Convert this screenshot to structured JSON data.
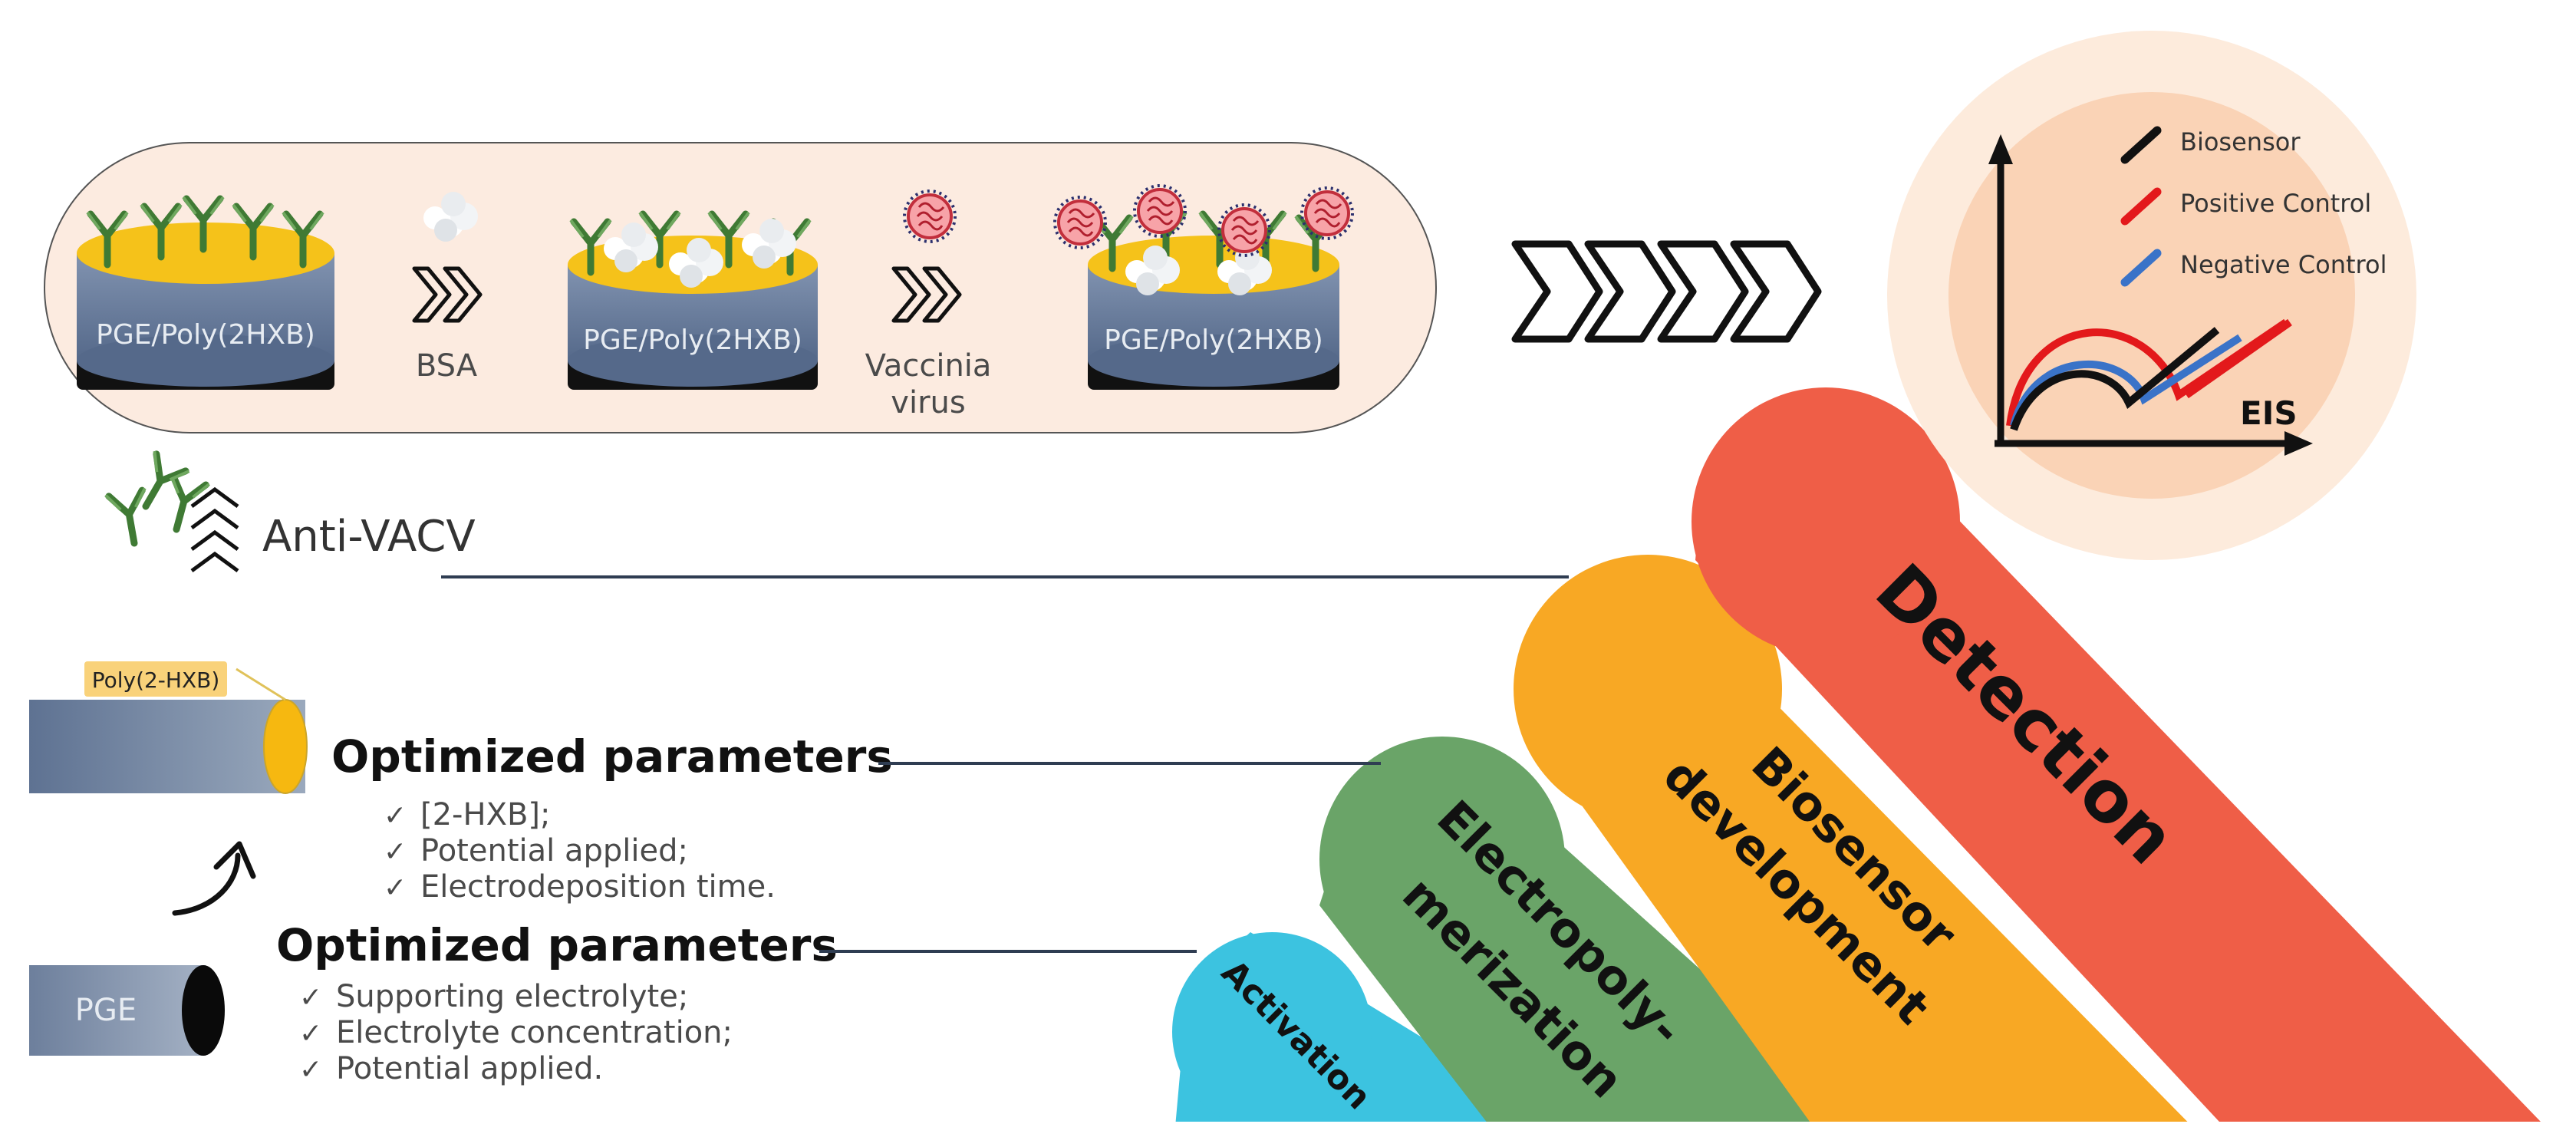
{
  "capsule": {
    "electrode_label": "PGE/Poly(2HXB)",
    "step1_label": "BSA",
    "step2_label_line1": "Vaccinia",
    "step2_label_line2": "virus"
  },
  "eis_plot": {
    "axis_label": "EIS",
    "legend": [
      {
        "label": "Biosensor",
        "color": "#111111"
      },
      {
        "label": "Positive Control",
        "color": "#e3191b"
      },
      {
        "label": "Negative Control",
        "color": "#3a73c8"
      }
    ]
  },
  "antibody_label": "Anti-VACV",
  "poly_section": {
    "tag": "Poly(2-HXB)",
    "title": "Optimized parameters",
    "items": [
      "[2-HXB];",
      "Potential applied;",
      "Electrodeposition time."
    ]
  },
  "pge_section": {
    "electrode_label": "PGE",
    "title": "Optimized parameters",
    "items": [
      "Supporting electrolyte;",
      "Electrolyte concentration;",
      "Potential applied."
    ]
  },
  "check_mark": "✓",
  "bands": {
    "activation": "Activation",
    "electropoly_line1": "Electropoly-",
    "electropoly_line2": "merization",
    "biosensor_line1": "Biosensor",
    "biosensor_line2": "development",
    "detection": "Detection"
  },
  "colors": {
    "activation": "#3cc3e0",
    "electropoly": "#6aa468",
    "biosensor": "#f8a824",
    "detection": "#ef5e47",
    "capsule_fill": "#fcebe0",
    "electrode_body": "#6b7f9e",
    "electrode_top": "#f5c21a",
    "antibody": "#3f7a34"
  }
}
